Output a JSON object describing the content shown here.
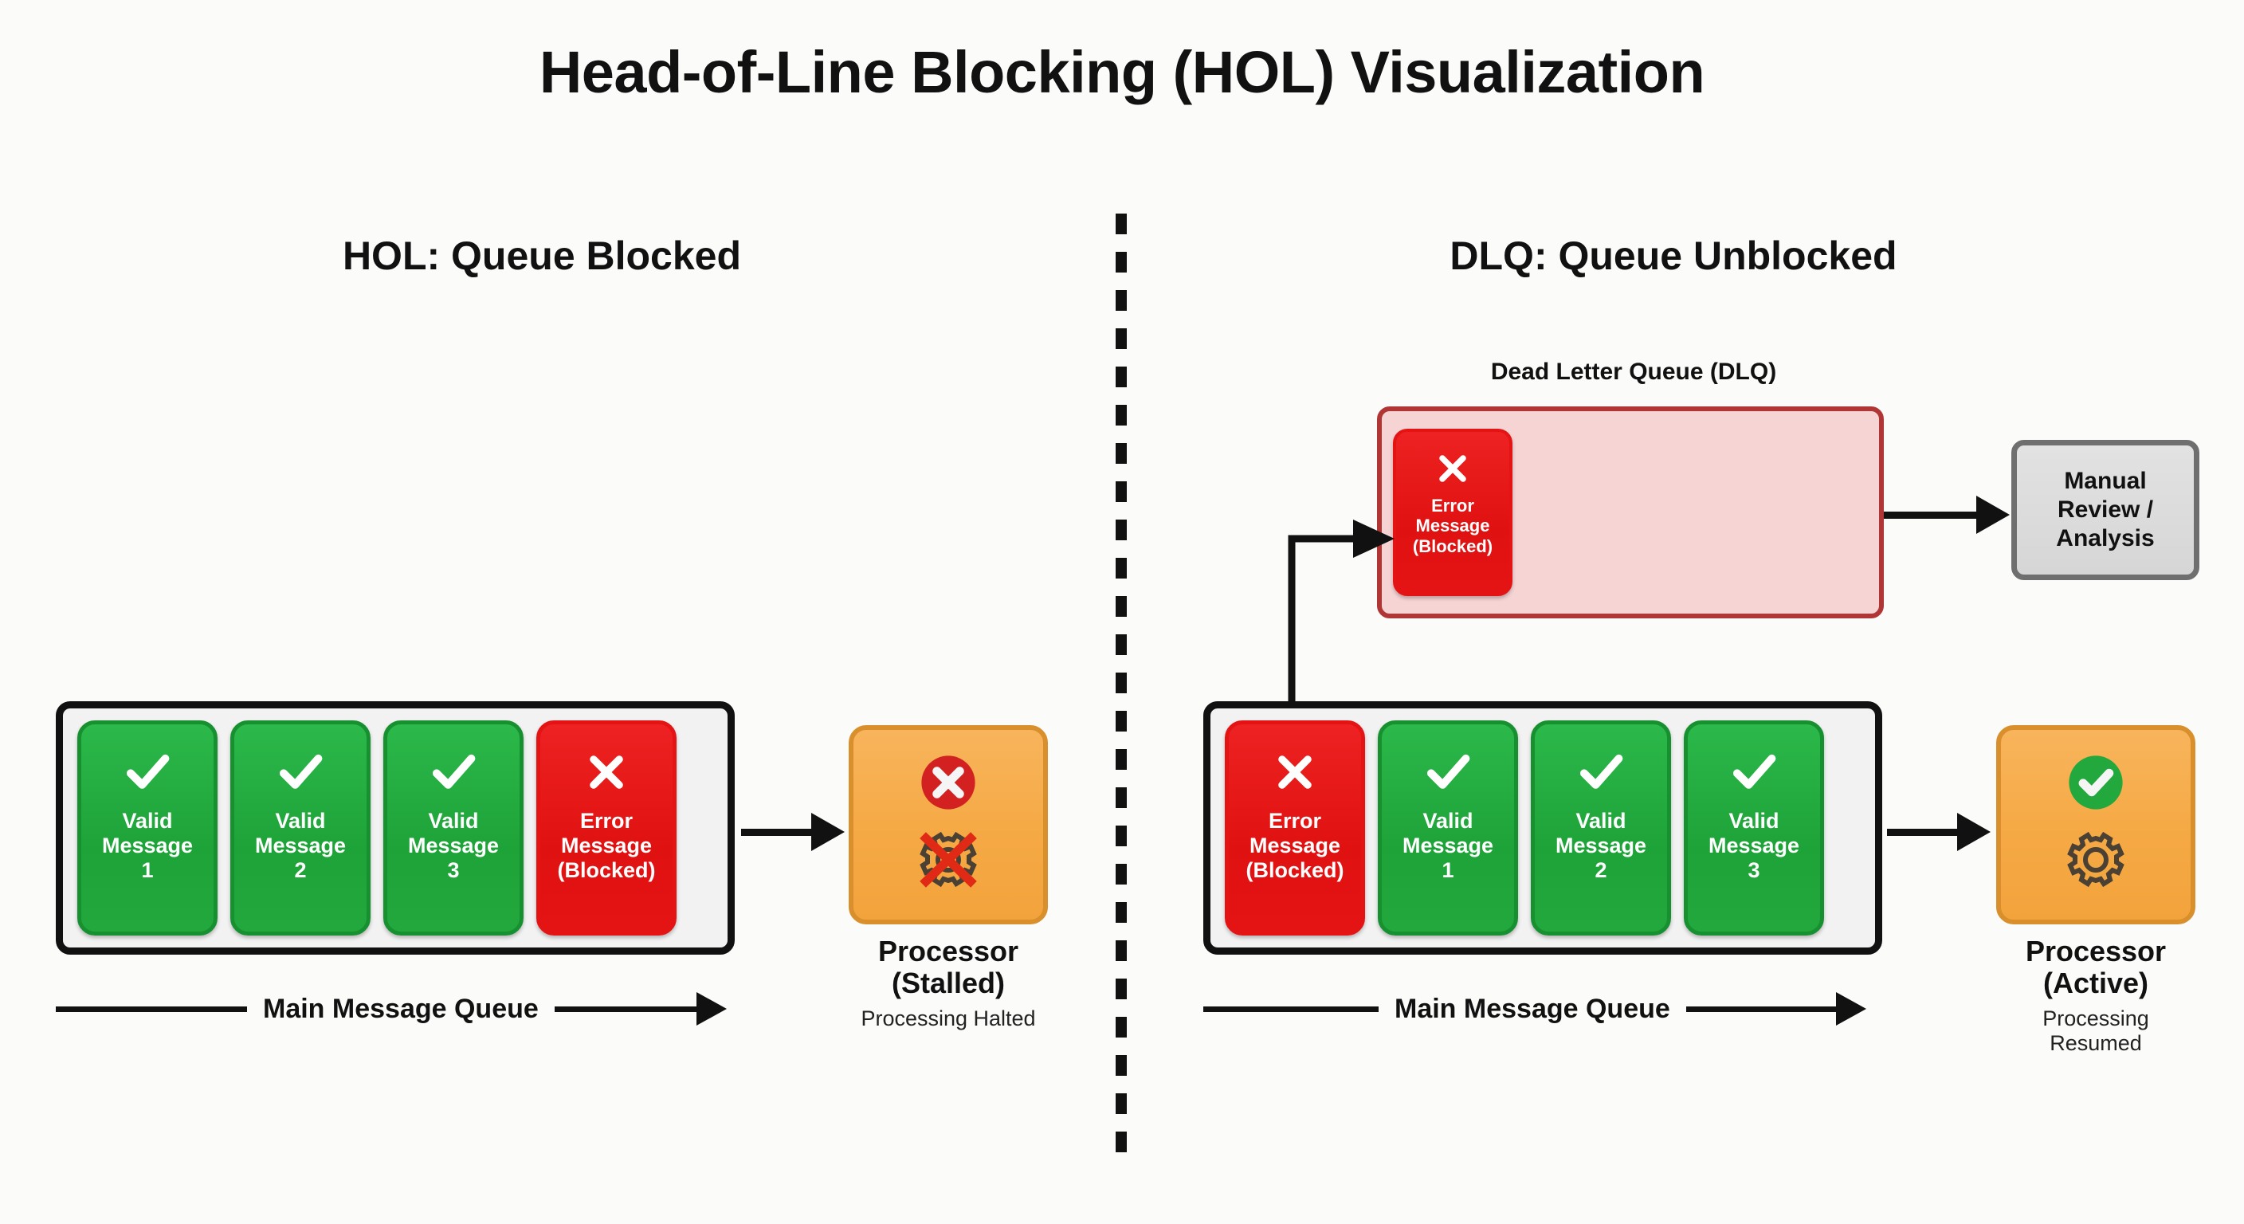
{
  "title": "Head-of-Line Blocking (HOL) Visualization",
  "panels": {
    "left": {
      "heading": "HOL: Queue Blocked",
      "queue_caption": "Main Message Queue",
      "cards": [
        {
          "glyph": "check-icon",
          "label": "Valid\nMessage\n1",
          "kind": "valid"
        },
        {
          "glyph": "check-icon",
          "label": "Valid\nMessage\n2",
          "kind": "valid"
        },
        {
          "glyph": "check-icon",
          "label": "Valid\nMessage\n3",
          "kind": "valid"
        },
        {
          "glyph": "cross-icon",
          "label": "Error\nMessage\n(Blocked)",
          "kind": "error"
        }
      ],
      "processor": {
        "title": "Processor\n(Stalled)",
        "subtitle": "Processing Halted",
        "status_icon": "red-x-circle-icon",
        "gear_icon": "crossed-out-gear-icon"
      }
    },
    "right": {
      "heading": "DLQ: Queue Unblocked",
      "queue_caption": "Main Message Queue",
      "dlq_label": "Dead Letter Queue (DLQ)",
      "dlq_card": {
        "glyph": "cross-icon",
        "label": "Error\nMessage\n(Blocked)"
      },
      "manual_review": "Manual\nReview /\nAnalysis",
      "cards": [
        {
          "glyph": "cross-icon",
          "label": "Error\nMessage\n(Blocked)",
          "kind": "error"
        },
        {
          "glyph": "check-icon",
          "label": "Valid\nMessage\n1",
          "kind": "valid"
        },
        {
          "glyph": "check-icon",
          "label": "Valid\nMessage\n2",
          "kind": "valid"
        },
        {
          "glyph": "check-icon",
          "label": "Valid\nMessage\n3",
          "kind": "valid"
        }
      ],
      "processor": {
        "title": "Processor\n(Active)",
        "subtitle": "Processing\nResumed",
        "status_icon": "green-check-circle-icon",
        "gear_icon": "gear-icon"
      }
    }
  },
  "colors": {
    "valid_green": "#22a83d",
    "error_red": "#e51414",
    "processor_orange": "#f5a944",
    "dlq_fill": "#f7d4d4",
    "dlq_border": "#b03636",
    "manual_fill": "#d6d6d6",
    "background": "#fbfbf9",
    "ink": "#111111"
  }
}
